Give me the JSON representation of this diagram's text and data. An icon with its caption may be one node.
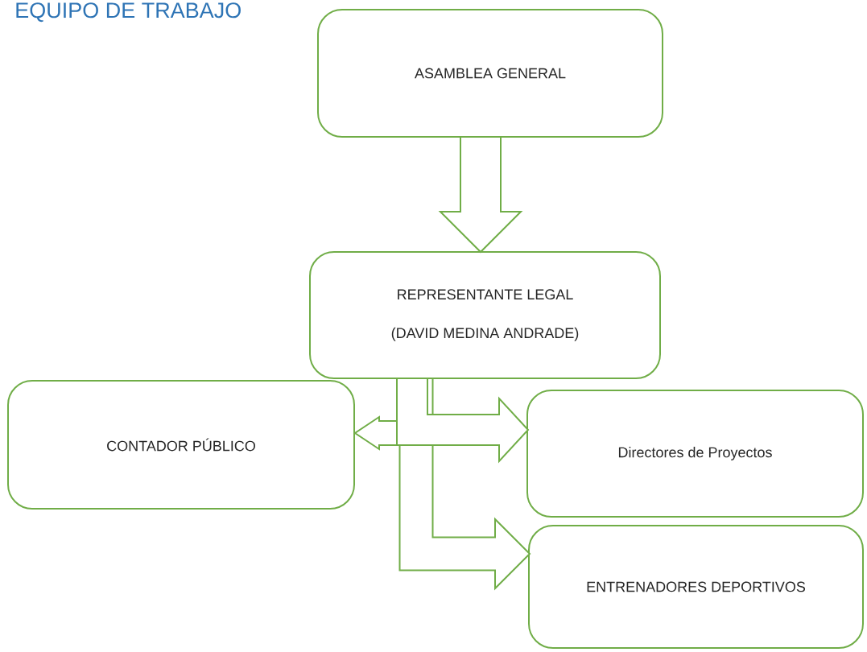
{
  "diagram": {
    "title": "EQUIPO DE TRABAJO",
    "nodes": [
      {
        "text": [
          "ASAMBLEA GENERAL"
        ]
      },
      {
        "text": [
          "REPRESENTANTE LEGAL",
          "(DAVID MEDINA ANDRADE)"
        ]
      },
      {
        "text": [
          "CONTADOR PÚBLICO"
        ]
      },
      {
        "text": [
          "Directores de Proyectos"
        ]
      },
      {
        "text": [
          "ENTRENADORES DEPORTIVOS"
        ]
      }
    ],
    "edges": [
      {
        "from": 0,
        "to": 1,
        "arrow": "to"
      },
      {
        "from": 1,
        "to": 2,
        "arrow": "to"
      },
      {
        "from": 1,
        "to": 3,
        "arrow": "to"
      },
      {
        "from": 1,
        "to": 4,
        "arrow": "to"
      }
    ]
  }
}
